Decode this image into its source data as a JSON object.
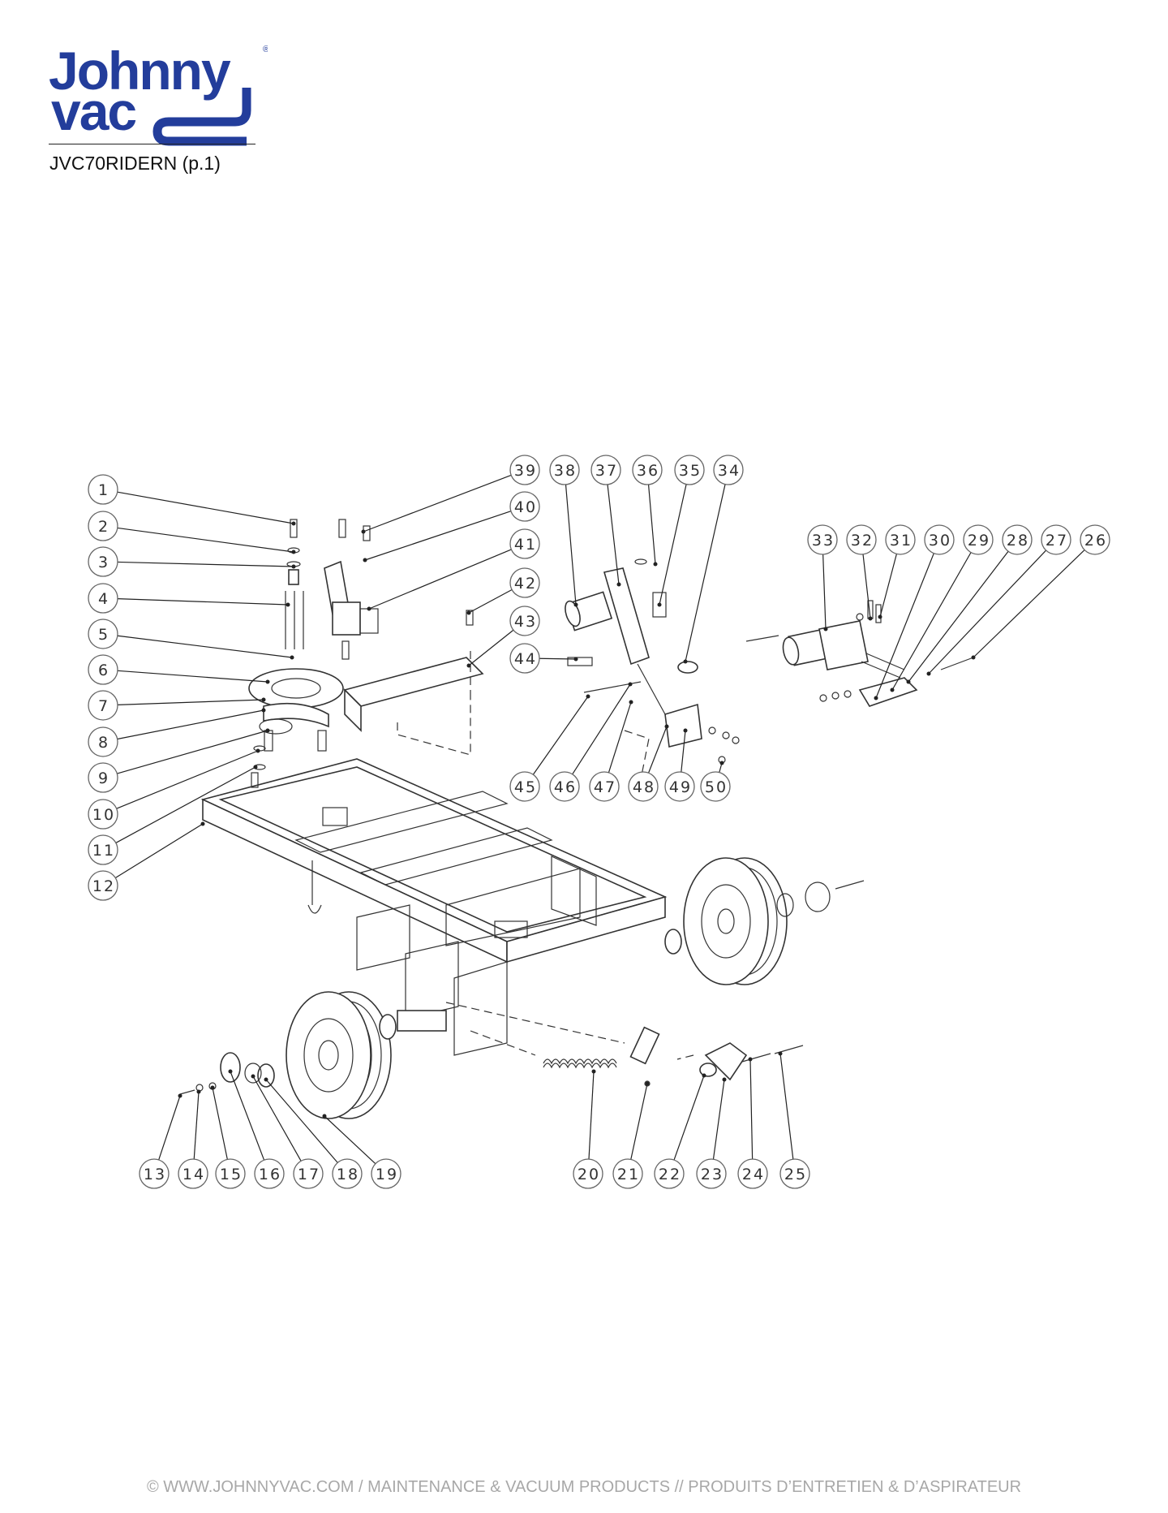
{
  "brand": {
    "logo_line1": "Johnny",
    "logo_line2": "vac",
    "registered_mark": "®",
    "color": "#233d9b"
  },
  "header": {
    "model_label": "JVC70RIDERN (p.1)"
  },
  "diagram": {
    "callouts": [
      "1",
      "2",
      "3",
      "4",
      "5",
      "6",
      "7",
      "8",
      "9",
      "10",
      "11",
      "12",
      "13",
      "14",
      "15",
      "16",
      "17",
      "18",
      "19",
      "20",
      "21",
      "22",
      "23",
      "24",
      "25",
      "26",
      "27",
      "28",
      "29",
      "30",
      "31",
      "32",
      "33",
      "34",
      "35",
      "36",
      "37",
      "38",
      "39",
      "40",
      "41",
      "42",
      "43",
      "44",
      "45",
      "46",
      "47",
      "48",
      "49",
      "50"
    ]
  },
  "footer": {
    "text": "© WWW.JOHNNYVAC.COM / MAINTENANCE & VACUUM PRODUCTS  //  PRODUITS D’ENTRETIEN & D’ASPIRATEUR"
  }
}
